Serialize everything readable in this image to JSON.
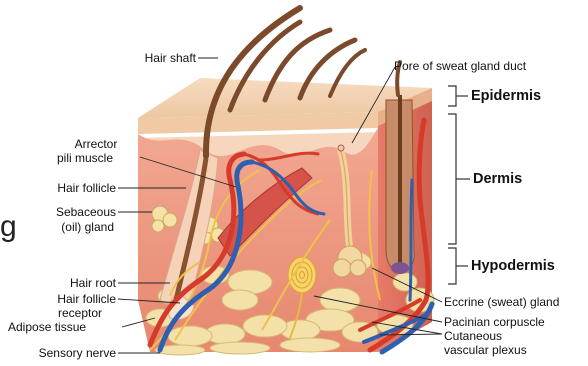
{
  "labels": {
    "hair_shaft": "Hair shaft",
    "pore_duct": "Pore of sweat gland duct",
    "arrector_1": "Arrector",
    "arrector_2": "pili muscle",
    "hair_follicle": "Hair follicle",
    "sebaceous_1": "Sebaceous",
    "sebaceous_2": "(oil) gland",
    "hair_root": "Hair root",
    "follicle_receptor_1": "Hair follicle",
    "follicle_receptor_2": "receptor",
    "adipose": "Adipose tissue",
    "sensory_nerve": "Sensory nerve",
    "eccrine": "Eccrine (sweat) gland",
    "pacinian": "Pacinian corpuscle",
    "cutaneous_1": "Cutaneous",
    "cutaneous_2": "vascular plexus"
  },
  "layers": {
    "epidermis": "Epidermis",
    "dermis": "Dermis",
    "hypodermis": "Hypodermis"
  },
  "edge_fragment": "g",
  "colors": {
    "epidermis_top": "#f3d4b0",
    "dermis": "#e98c78",
    "dermis_front": "#ef9b86",
    "fat": "#f3e1a9",
    "artery": "#d63a2a",
    "vein": "#2f5fb0",
    "nerve": "#f0c24a",
    "hair": "#7b4a2a"
  }
}
